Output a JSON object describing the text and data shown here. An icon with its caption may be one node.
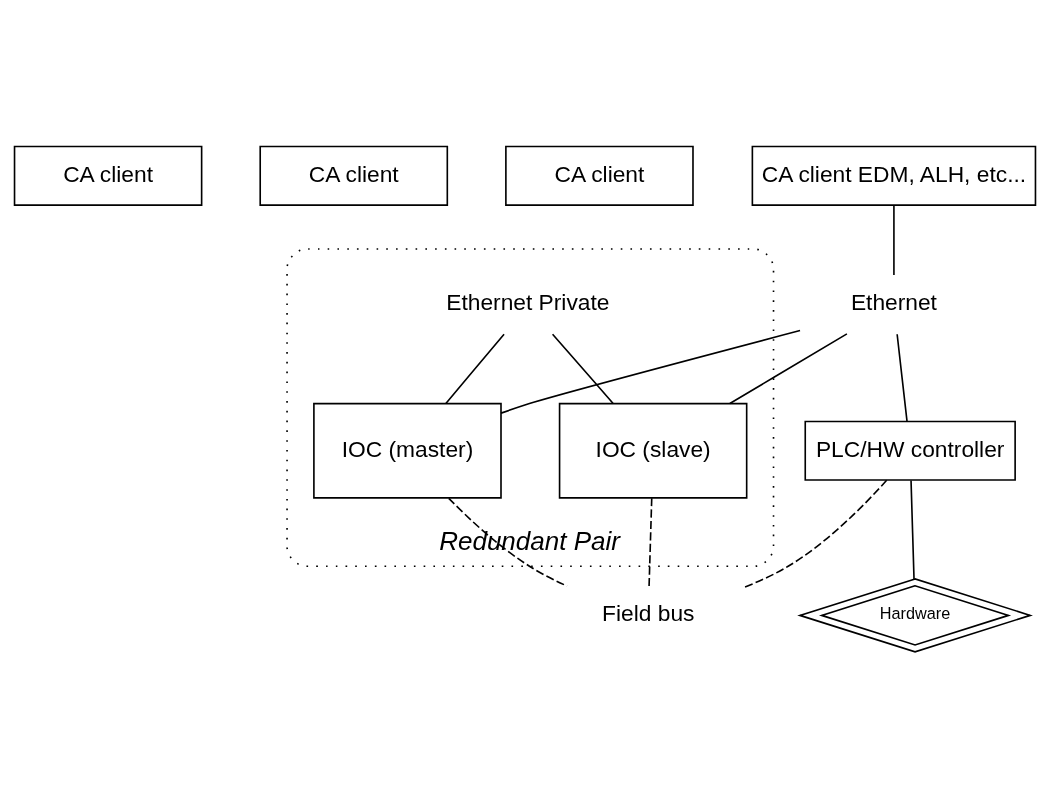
{
  "diagram": {
    "nodes": [
      {
        "text": [
          "CA client"
        ]
      },
      {
        "text": [
          "CA client"
        ]
      },
      {
        "text": [
          "CA client"
        ]
      },
      {
        "text": [
          "CA client EDM, ALH, etc..."
        ]
      },
      {
        "text": [
          "Ethernet"
        ]
      },
      {
        "text": [
          "Redundant Pair"
        ]
      },
      {
        "text": [
          "Ethernet Private"
        ],
        "in": 5
      },
      {
        "text": [
          "IOC (master)"
        ],
        "in": 5
      },
      {
        "text": [
          "IOC (slave)"
        ],
        "in": 5
      },
      {
        "text": [
          "PLC/HW controller"
        ]
      },
      {
        "text": [
          "Field bus"
        ]
      },
      {
        "text": [
          "Hardware"
        ]
      }
    ],
    "edges": [
      {
        "from": 3,
        "to": 4,
        "arrow": "none"
      },
      {
        "from": 4,
        "to": 9,
        "arrow": "none"
      },
      {
        "from": 4,
        "to": 7,
        "arrow": "none"
      },
      {
        "from": 4,
        "to": 8,
        "arrow": "none"
      },
      {
        "from": 6,
        "to": 7,
        "arrow": "none"
      },
      {
        "from": 6,
        "to": 8,
        "arrow": "none"
      },
      {
        "from": 9,
        "to": 10,
        "arrow": "none",
        "style": "dashed"
      },
      {
        "from": 7,
        "to": 10,
        "arrow": "none",
        "style": "dashed"
      },
      {
        "from": 8,
        "to": 10,
        "arrow": "none",
        "style": "dashed"
      },
      {
        "from": 9,
        "to": 11,
        "arrow": "none"
      }
    ]
  }
}
